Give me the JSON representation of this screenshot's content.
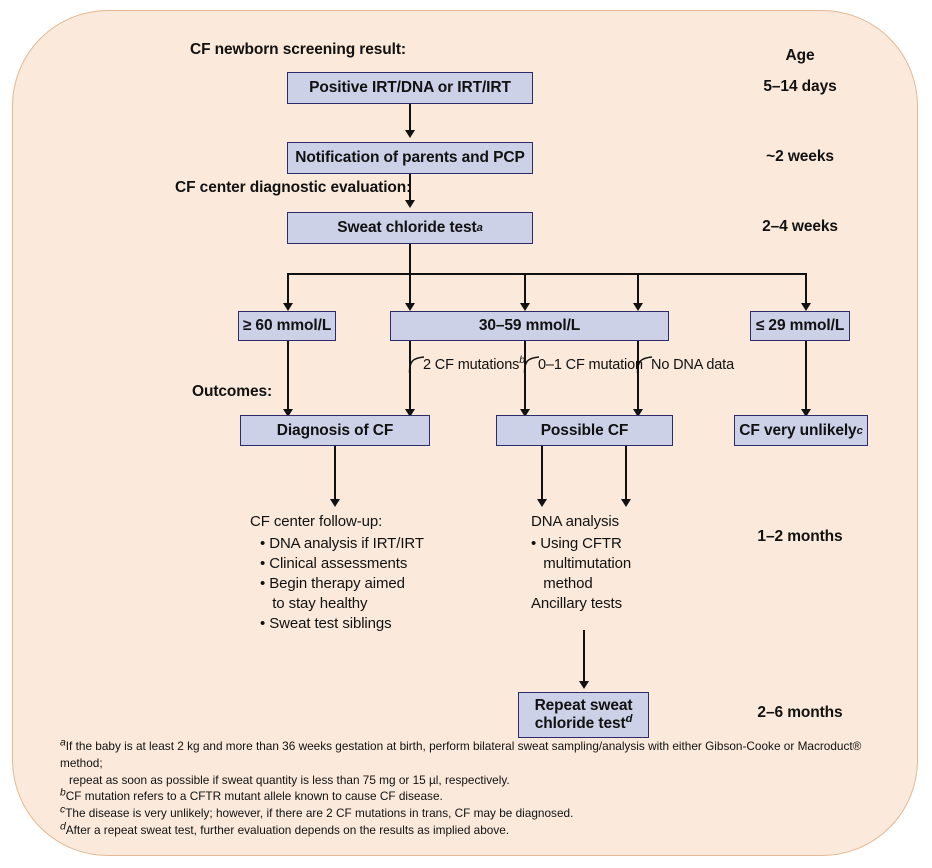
{
  "figure": {
    "title_header": "CF newborn screening result:",
    "section_header_2": "CF center diagnostic evaluation:",
    "section_header_3": "Outcomes:",
    "age_column_header": "Age",
    "colors": {
      "panel_background": "#fbeadb",
      "panel_border": "#e3b893",
      "box_fill": "#ccd1e8",
      "box_border": "#2c2c6a",
      "line": "#111111",
      "text": "#111111"
    }
  },
  "boxes": {
    "positive_irt": "Positive IRT/DNA or IRT/IRT",
    "notification": "Notification of parents and PCP",
    "sweat_chloride_test": "Sweat chloride test",
    "sweat_chloride_test_fn": "a",
    "ge60": "≥ 60 mmol/L",
    "mid3059": "30–59 mmol/L",
    "le29": "≤ 29 mmol/L",
    "diagnosis_cf": "Diagnosis of CF",
    "possible_cf": "Possible CF",
    "cf_very_unlikely": "CF very unlikely",
    "cf_very_unlikely_fn": "c",
    "repeat_sweat_line1": "Repeat sweat",
    "repeat_sweat_line2": "chloride test",
    "repeat_sweat_fn": "d"
  },
  "ages": {
    "age1": "5–14 days",
    "age2": "~2 weeks",
    "age3": "2–4 weeks",
    "age4": "1–2 months",
    "age5": "2–6 months"
  },
  "branch_labels": {
    "two_mutations": "2 CF mutations",
    "two_mutations_fn": "b",
    "zero_one_mutation": "0–1 CF mutation",
    "no_dna": "No DNA data"
  },
  "followup_left": {
    "header": "CF center follow-up:",
    "items": [
      "• DNA analysis if IRT/IRT",
      "• Clinical assessments",
      "• Begin therapy aimed",
      "   to stay healthy",
      "• Sweat test siblings"
    ]
  },
  "followup_right": {
    "header": "DNA analysis",
    "items": [
      "• Using CFTR",
      "   multimutation",
      "   method",
      "Ancillary tests"
    ]
  },
  "footnotes": [
    {
      "marker": "a",
      "text": "If the baby is at least 2 kg and more than 36 weeks gestation at birth, perform bilateral sweat sampling/analysis with either Gibson-Cooke or Macroduct® method;",
      "cont": "repeat as soon as possible if sweat quantity is less than 75 mg or 15 µl, respectively."
    },
    {
      "marker": "b",
      "text": "CF mutation refers to a CFTR mutant allele known to cause CF disease.",
      "cont": ""
    },
    {
      "marker": "c",
      "text": "The disease is very unlikely; however, if there are 2 CF mutations in trans, CF may be diagnosed.",
      "cont": ""
    },
    {
      "marker": "d",
      "text": "After a repeat sweat test, further evaluation depends on the results as implied above.",
      "cont": ""
    }
  ]
}
